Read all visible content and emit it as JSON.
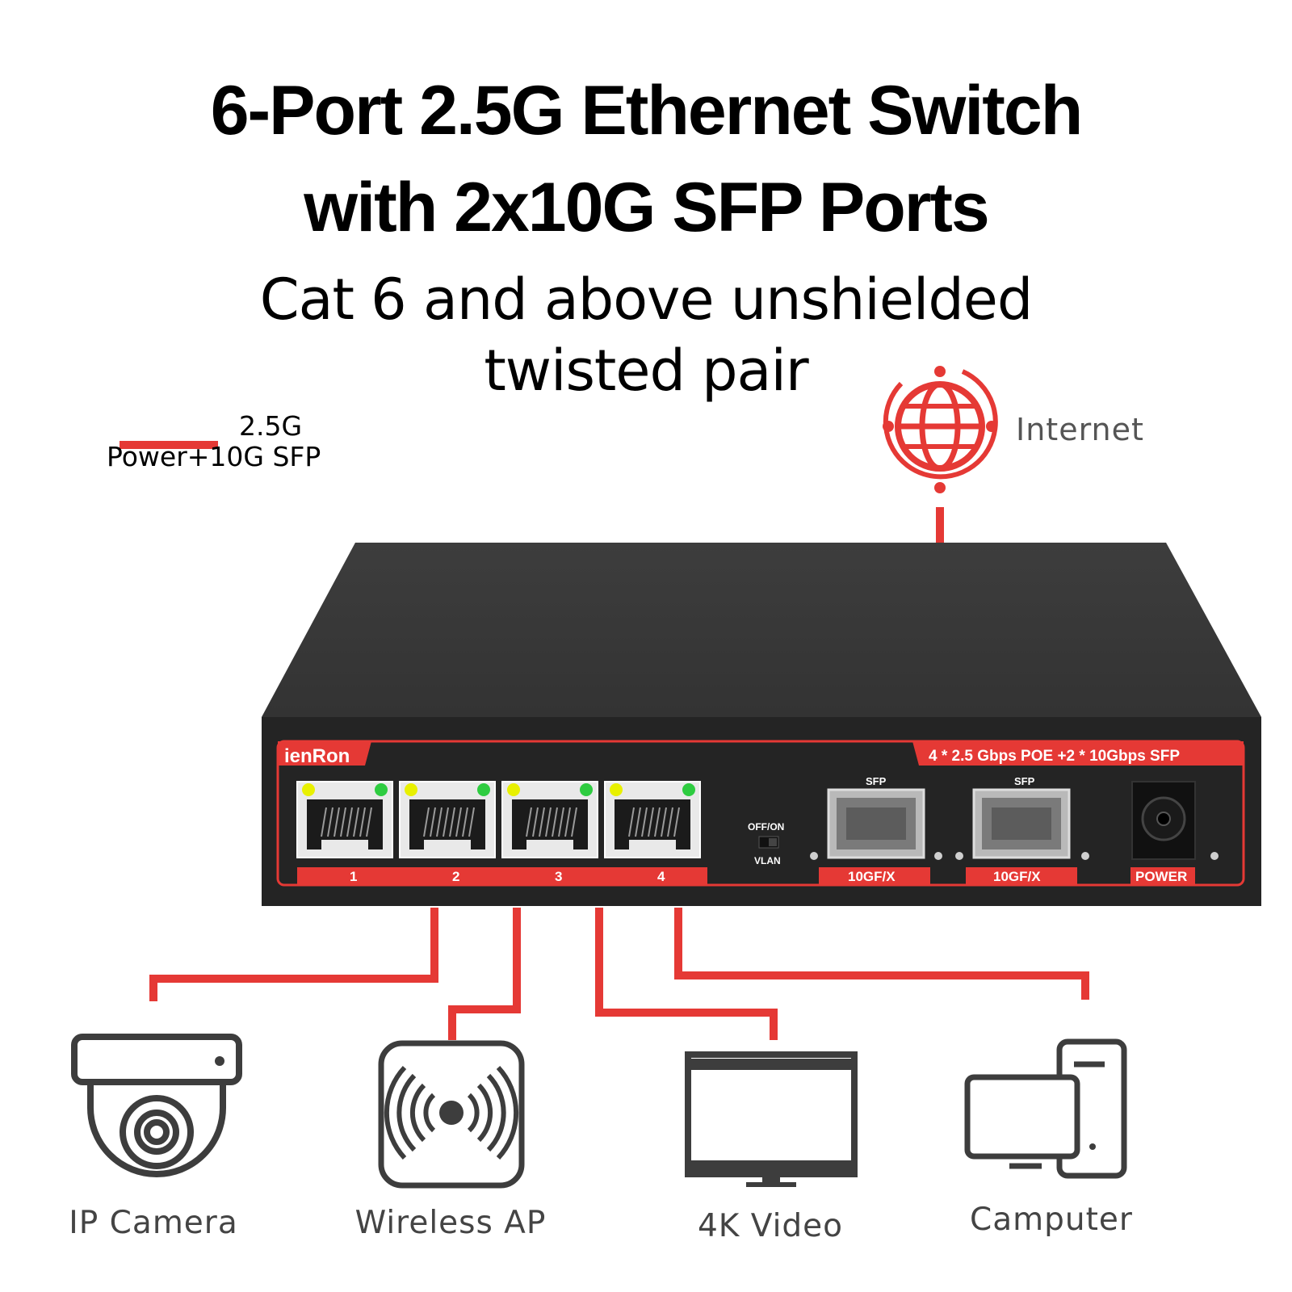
{
  "heading": {
    "line1": "6-Port 2.5G Ethernet Switch",
    "line2": "with 2x10G SFP Ports"
  },
  "subheading": {
    "line1": "Cat 6 and above unshielded",
    "line2": "twisted pair"
  },
  "legend": {
    "line_label": "2.5G",
    "line2_label": "Power+10G SFP",
    "line_color": "#e53935"
  },
  "internet": {
    "label": "Internet",
    "icon": "globe-icon"
  },
  "switch": {
    "brand": "ienRon",
    "spec": "4 * 2.5 Gbps POE  +2 * 10Gbps SFP",
    "ports": [
      "1",
      "2",
      "3",
      "4"
    ],
    "switch_top_label": "OFF/ON",
    "switch_bottom_label": "VLAN",
    "sfp_top": [
      "SFP",
      "SFP"
    ],
    "sfp_ports": [
      "10GF/X",
      "10GF/X"
    ],
    "power_label": "POWER",
    "colors": {
      "body": "#2b2b2b",
      "accent": "#e53935",
      "led_yellow": "#e8f000",
      "led_green": "#2ecc40"
    }
  },
  "devices": [
    {
      "label": "IP Camera",
      "icon": "ip-camera-icon"
    },
    {
      "label": "Wireless AP",
      "icon": "wireless-ap-icon"
    },
    {
      "label": "4K Video",
      "icon": "monitor-icon"
    },
    {
      "label": "Camputer",
      "icon": "computer-icon"
    }
  ]
}
